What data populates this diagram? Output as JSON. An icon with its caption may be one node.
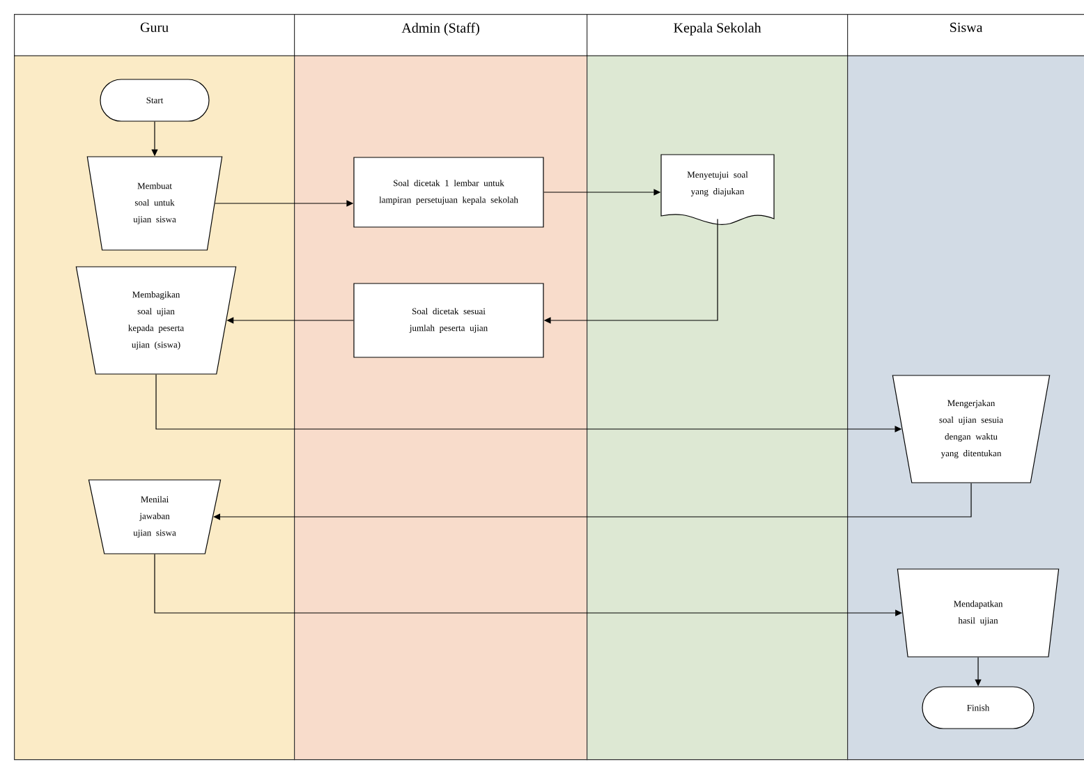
{
  "diagram": {
    "nodes": [
      {
        "text": [
          "Guru"
        ]
      },
      {
        "text": [
          "Start"
        ],
        "in": 0
      },
      {
        "text": [
          "Membuat soal untuk ujian siswa"
        ],
        "in": 0
      },
      {
        "text": [
          "Membagikan soal ujian kepada peserta ujian (siswa)"
        ],
        "in": 0
      },
      {
        "text": [
          "Menilai jawaban ujian siswa"
        ],
        "in": 0
      },
      {
        "text": [
          "Admin (Staff)"
        ]
      },
      {
        "text": [
          "Soal dicetak 1 lembar untuk lampiran persetujuan kepala sekolah"
        ],
        "in": 5
      },
      {
        "text": [
          "Soal dicetak sesuai jumlah peserta ujian"
        ],
        "in": 5
      },
      {
        "text": [
          "Kepala Sekolah"
        ]
      },
      {
        "text": [
          "Menyetujui soal yang diajukan"
        ],
        "in": 8
      },
      {
        "text": [
          "Siswa"
        ]
      },
      {
        "text": [
          "Mengerjakan soal ujian sesuia dengan waktu yang ditentukan"
        ],
        "in": 10
      },
      {
        "text": [
          "Mendapatkan hasil ujian"
        ],
        "in": 10
      },
      {
        "text": [
          "Finish"
        ],
        "in": 10
      }
    ],
    "edges": [
      {
        "from": 1,
        "to": 2,
        "arrow": "to"
      },
      {
        "from": 2,
        "to": 6,
        "arrow": "to"
      },
      {
        "from": 6,
        "to": 9,
        "arrow": "to"
      },
      {
        "from": 9,
        "to": 7,
        "arrow": "to"
      },
      {
        "from": 7,
        "to": 3,
        "arrow": "to"
      },
      {
        "from": 3,
        "to": 11,
        "arrow": "to"
      },
      {
        "from": 11,
        "to": 4,
        "arrow": "to"
      },
      {
        "from": 4,
        "to": 12,
        "arrow": "to"
      },
      {
        "from": 12,
        "to": 13,
        "arrow": "to"
      }
    ]
  }
}
